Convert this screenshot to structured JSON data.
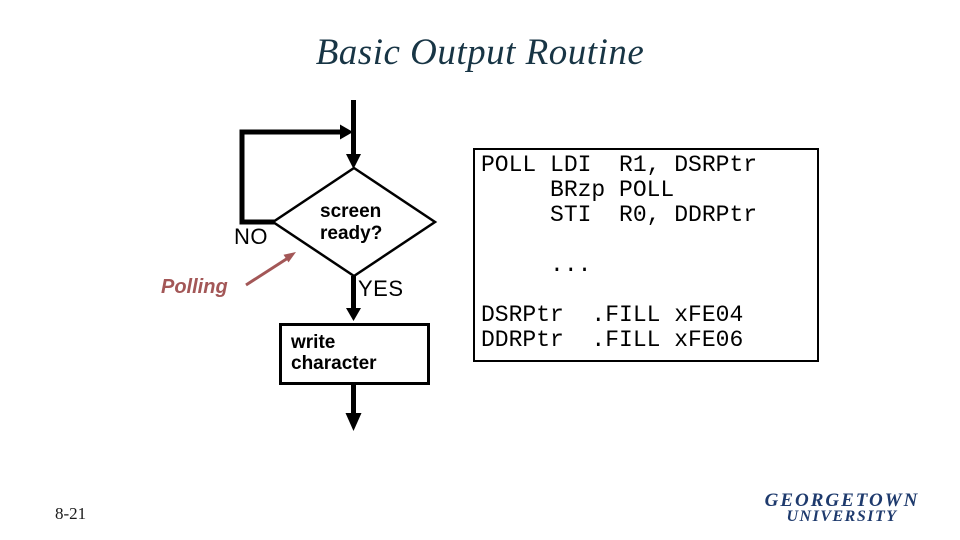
{
  "slide": {
    "title": "Basic Output Routine",
    "page_number": "8-21"
  },
  "flowchart": {
    "annotation_label": "Polling",
    "no_label": "NO",
    "yes_label": "YES",
    "decision": {
      "line1": "screen",
      "line2": "ready?"
    },
    "process": {
      "line1": "write",
      "line2": "character"
    }
  },
  "code_panel": {
    "lines": [
      "POLL LDI  R1, DSRPtr",
      "     BRzp POLL",
      "     STI  R0, DDRPtr",
      "",
      "     ...",
      "",
      "DSRPtr  .FILL xFE04",
      "DDRPtr  .FILL xFE06"
    ]
  },
  "logo": {
    "line1": "GEORGETOWN",
    "line2": "UNIVERSITY"
  },
  "colors": {
    "title_text": "#183545",
    "polling_accent": "#a35757",
    "logo_navy": "#1e3a6d",
    "diagram_ink": "#000000",
    "background": "#ffffff"
  }
}
